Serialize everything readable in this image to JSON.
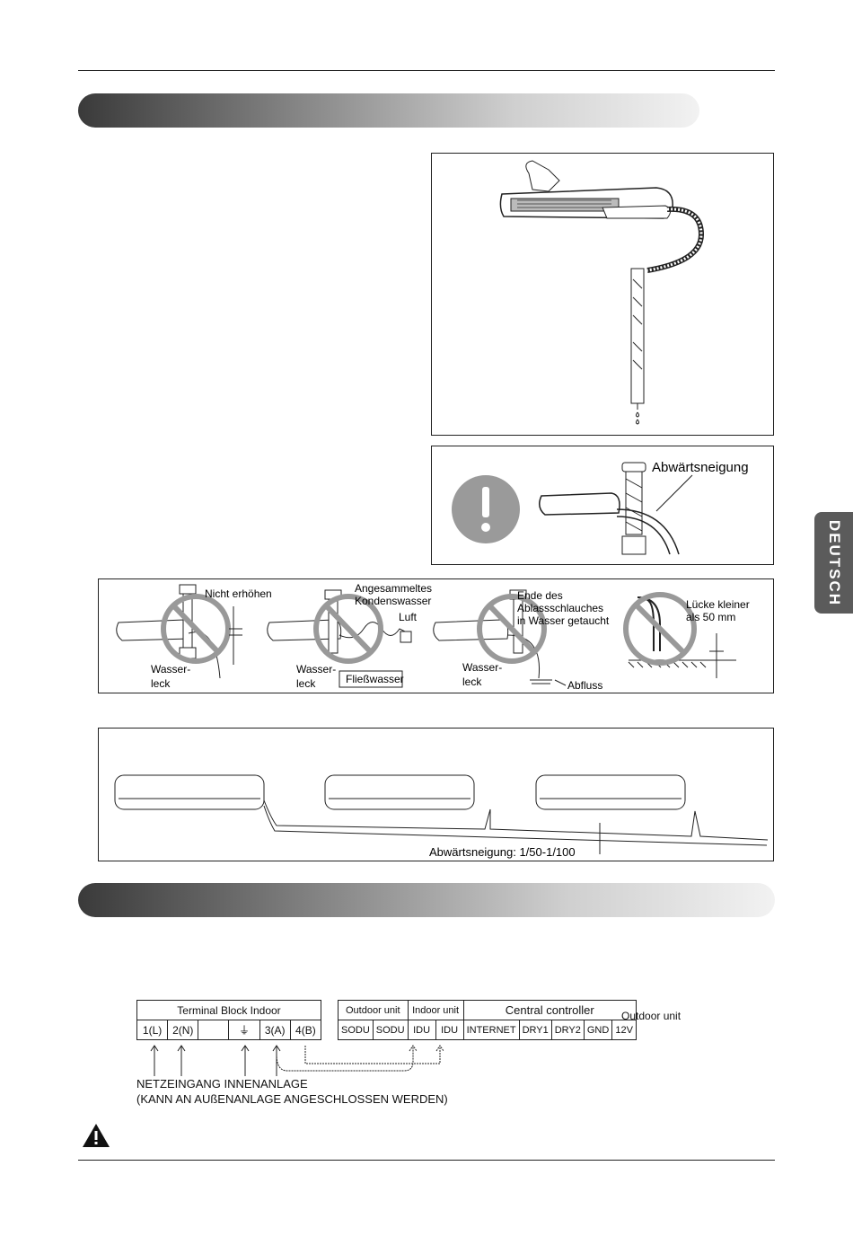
{
  "side_tab": {
    "label": "DEUTSCH"
  },
  "figure_slope": {
    "label": "Abwärtsneigung"
  },
  "figure_wrong": {
    "items": [
      {
        "title": "Nicht erhöhen",
        "leak": "Wasser-\nleck"
      },
      {
        "title": "Angesammeltes\nKondenswasser",
        "air": "Luft",
        "leak": "Wasser-\nleck",
        "flow": "Fließwasser"
      },
      {
        "title": "Ende des\nAblassschlauches\nin Wasser getaucht",
        "leak": "Wasser-\nleck",
        "drain": "Abfluss"
      },
      {
        "title": "Lücke kleiner\nals 50 mm"
      }
    ]
  },
  "figure_multi": {
    "label": "Abwärtsneigung: 1/50-1/100"
  },
  "wiring": {
    "terminal_block": {
      "header": "Terminal Block Indoor",
      "cells": [
        "1(L)",
        "2(N)",
        "",
        "⏚",
        "3(A)",
        "4(B)"
      ]
    },
    "controller": {
      "headers": [
        "Outdoor unit",
        "Indoor unit",
        "Central controller"
      ],
      "cells": [
        "SODU",
        "SODU",
        "IDU",
        "IDU",
        "INTERNET",
        "DRY1",
        "DRY2",
        "GND",
        "12V"
      ]
    },
    "outdoor_label": "Outdoor unit",
    "power_note_1": "NETZEINGANG INNENANLAGE",
    "power_note_2": "(KANN AN AUßENANLAGE ANGESCHLOSSEN WERDEN)"
  }
}
